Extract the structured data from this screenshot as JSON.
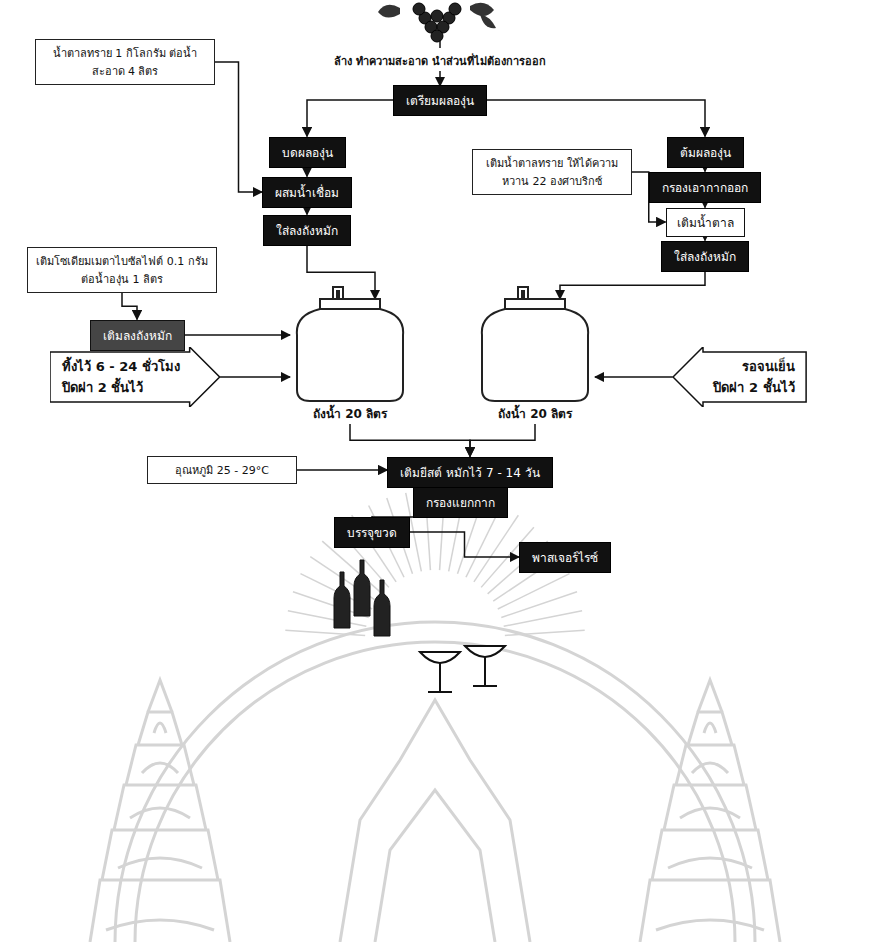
{
  "diagram": {
    "nodes": [
      {
        "text": [
          "เตรียมผลองุ่น"
        ]
      },
      {
        "text": [
          "น้ำตาลทราย 1 กิโลกรัม ต่อน้ำสะอาด 4 ลิตร"
        ]
      },
      {
        "text": [
          "บดผลองุ่น"
        ]
      },
      {
        "text": [
          "ผสมน้ำเชื่อม"
        ]
      },
      {
        "text": [
          "ใส่ลงถังหมัก"
        ]
      },
      {
        "text": [
          "ต้มผลองุ่น"
        ]
      },
      {
        "text": [
          "กรองเอากากออก"
        ]
      },
      {
        "text": [
          "เติมน้ำตาลทราย ให้ได้ความหวาน 22 องศาบริกซ์"
        ]
      },
      {
        "text": [
          "เติมน้ำตาล"
        ]
      },
      {
        "text": [
          "ใส่ลงถังหมัก"
        ]
      },
      {
        "text": [
          "เติมโซเดียมเมตาไบซัลไฟต์ 0.1 กรัม ต่อน้ำองุ่น 1 ลิตร"
        ]
      },
      {
        "text": [
          "เติมลงถังหมัก"
        ]
      },
      {
        "text": [
          "ทิ้งไว้ 6 - 24 ชั่วโมง",
          "ปิดฝา 2 ชั้นไว้"
        ]
      },
      {
        "text": [
          "ถังน้ำ 20 ลิตร"
        ]
      },
      {
        "text": [
          "ถังน้ำ 20 ลิตร"
        ]
      },
      {
        "text": [
          "รอจนเย็น",
          "ปิดฝา 2 ชั้นไว้"
        ]
      },
      {
        "text": [
          "อุณหภูมิ 25 - 29°C"
        ]
      },
      {
        "text": [
          "เติมยีสต์ หมักไว้ 7 - 14 วัน"
        ]
      },
      {
        "text": [
          "กรองแยกกาก"
        ]
      },
      {
        "text": [
          "บรรจุขวด"
        ]
      },
      {
        "text": [
          "พาสเจอร์ไรซ์"
        ]
      }
    ],
    "edges": [
      {
        "from": 0,
        "to": 2,
        "arrow": "to"
      },
      {
        "from": 0,
        "to": 5,
        "arrow": "to"
      },
      {
        "from": 2,
        "to": 3,
        "arrow": "to"
      },
      {
        "from": 1,
        "to": 3,
        "arrow": "to"
      },
      {
        "from": 3,
        "to": 4,
        "arrow": "to"
      },
      {
        "from": 4,
        "to": 13,
        "arrow": "to"
      },
      {
        "from": 5,
        "to": 6,
        "arrow": "to"
      },
      {
        "from": 6,
        "to": 8,
        "arrow": "to"
      },
      {
        "from": 7,
        "to": 8,
        "arrow": "to"
      },
      {
        "from": 8,
        "to": 9,
        "arrow": "to"
      },
      {
        "from": 9,
        "to": 14,
        "arrow": "to"
      },
      {
        "from": 10,
        "to": 11,
        "arrow": "to"
      },
      {
        "from": 11,
        "to": 13,
        "arrow": "to"
      },
      {
        "from": 12,
        "to": 13,
        "arrow": "to"
      },
      {
        "from": 15,
        "to": 14,
        "arrow": "to"
      },
      {
        "from": 13,
        "to": 17,
        "arrow": "to"
      },
      {
        "from": 14,
        "to": 17,
        "arrow": "to"
      },
      {
        "from": 16,
        "to": 17,
        "arrow": "to"
      },
      {
        "from": 17,
        "to": 18,
        "arrow": "to"
      },
      {
        "from": 18,
        "to": 19,
        "arrow": "to"
      },
      {
        "from": 19,
        "to": 20,
        "arrow": "to"
      }
    ],
    "labels": [
      "ล้าง ทำความสะอาด นำส่วนที่ไม่ต้องการออก"
    ]
  }
}
